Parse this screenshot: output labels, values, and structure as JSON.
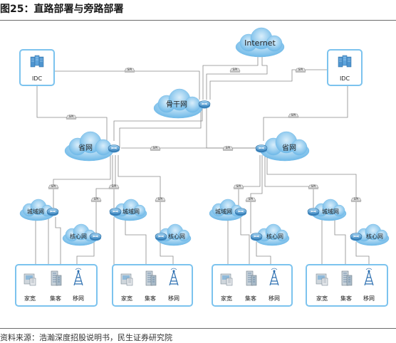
{
  "figure": {
    "title": "图25：直路部署与旁路部署",
    "source": "资料来源：浩瀚深度招股说明书，民生证券研究院"
  },
  "nodes": {
    "internet": "Internet",
    "backbone": "骨干网",
    "idc": "IDC",
    "province": "省网",
    "metro": "城域网",
    "core": "核心网",
    "spi": "SPI"
  },
  "terminals": {
    "home": "家宽",
    "enterprise": "集客",
    "mobile": "移网"
  },
  "colors": {
    "cloud": "#6fb9e8",
    "cloud_light": "#aed8f4",
    "line": "#8a8a8a",
    "box_border": "#7cc3ee",
    "router": "#5a9fd0"
  }
}
